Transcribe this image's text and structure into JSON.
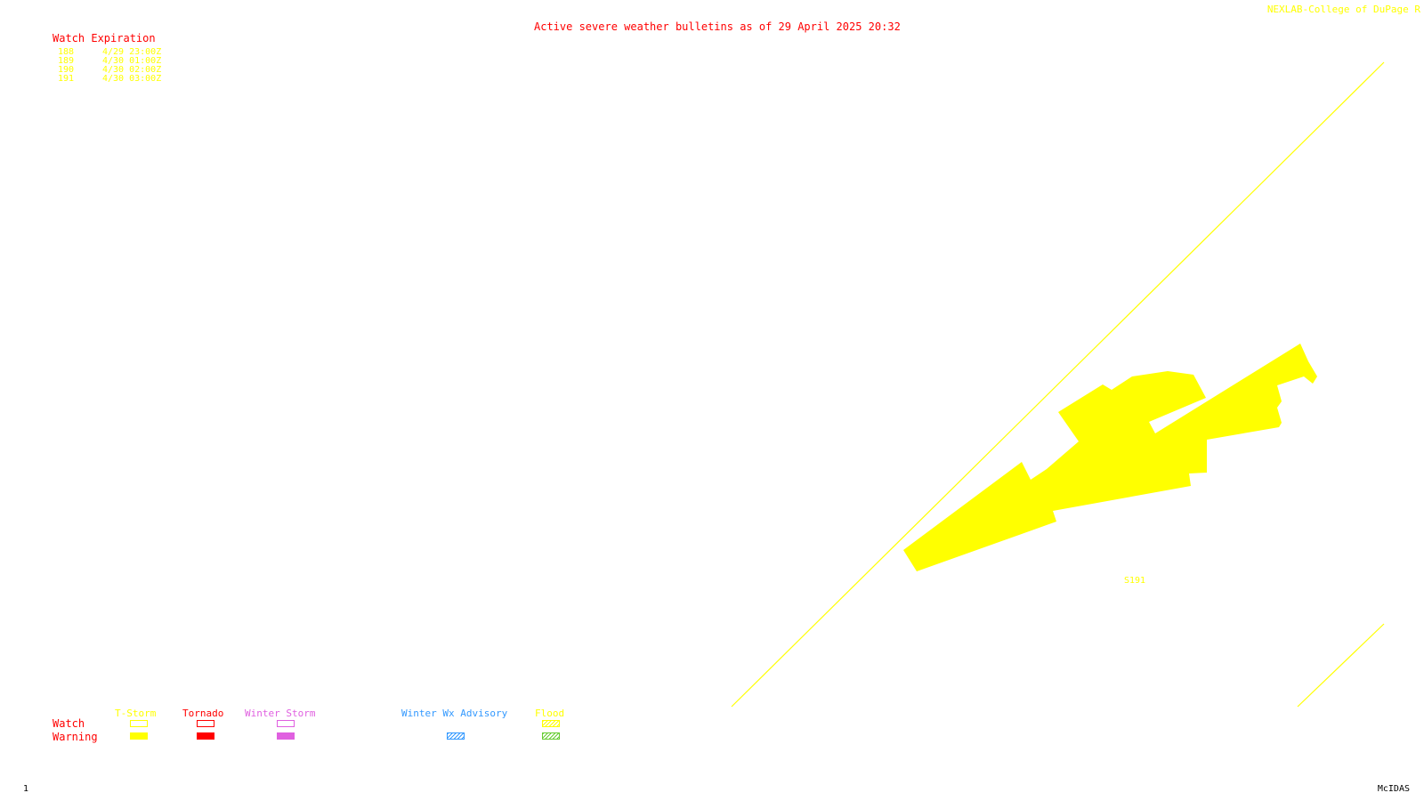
{
  "header": {
    "title": "Active severe weather bulletins as of 29 April 2025 20:32",
    "credit": "NEXLAB-College of DuPage R"
  },
  "watches": {
    "heading": "Watch Expiration",
    "items": [
      {
        "number": "188",
        "expires": "4/29 23:00Z"
      },
      {
        "number": "189",
        "expires": "4/30 01:00Z"
      },
      {
        "number": "190",
        "expires": "4/30 02:00Z"
      },
      {
        "number": "191",
        "expires": "4/30 03:00Z"
      }
    ]
  },
  "map": {
    "label": "S191"
  },
  "legend": {
    "watch_label": "Watch",
    "warning_label": "Warning",
    "categories": [
      {
        "name": "T-Storm",
        "color": "#ffff00"
      },
      {
        "name": "Tornado",
        "color": "#ff0000"
      },
      {
        "name": "Winter Storm",
        "color": "#e060e0"
      },
      {
        "name": "Winter Wx Advisory",
        "color": "#3399ff"
      },
      {
        "name": "Flood",
        "color": "#ffff00"
      }
    ],
    "flood_warning_color": "#66cc33"
  },
  "footer": {
    "frame": "1",
    "software": "McIDAS"
  }
}
